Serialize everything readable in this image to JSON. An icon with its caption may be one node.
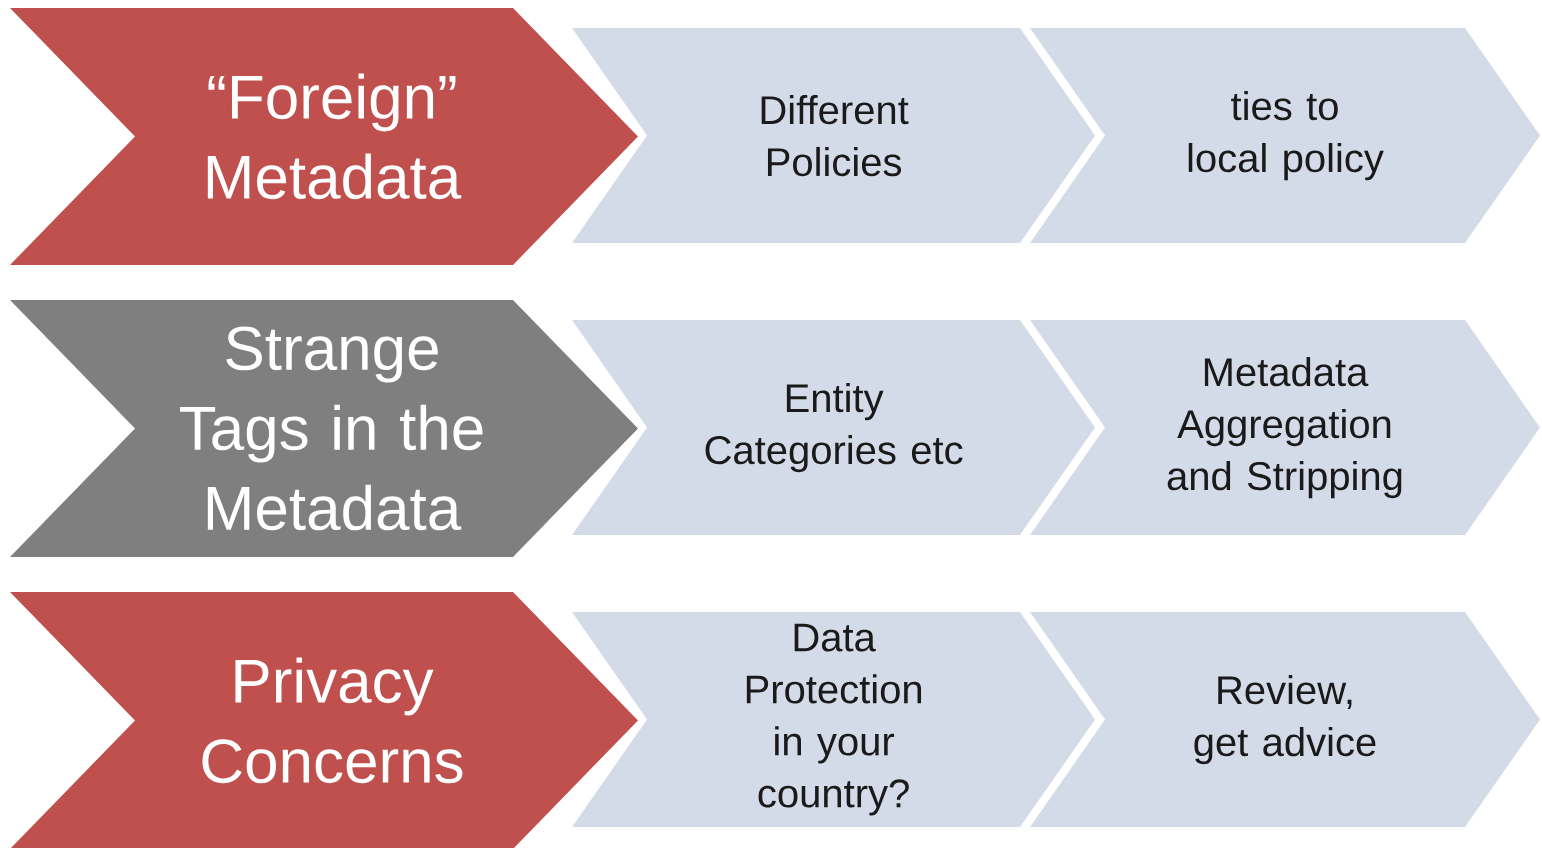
{
  "diagram": {
    "nodes": [
      {
        "text": [
          "“Foreign” Metadata"
        ]
      },
      {
        "text": [
          "Different Policies"
        ]
      },
      {
        "text": [
          "ties to local policy"
        ]
      },
      {
        "text": [
          "Strange Tags in the Metadata"
        ]
      },
      {
        "text": [
          "Entity Categories etc"
        ]
      },
      {
        "text": [
          "Metadata Aggregation and Stripping"
        ]
      },
      {
        "text": [
          "Privacy Concerns"
        ]
      },
      {
        "text": [
          "Data Protection in your country?"
        ]
      },
      {
        "text": [
          "Review, get advice"
        ]
      }
    ]
  }
}
